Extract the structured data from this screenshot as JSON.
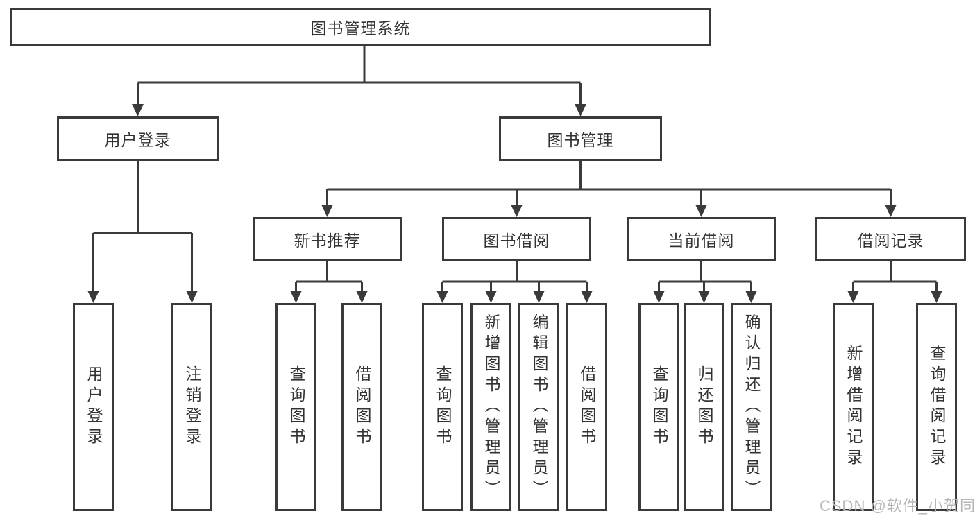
{
  "diagram": {
    "root": {
      "label": "图书管理系统"
    },
    "level1": [
      {
        "label": "用户登录",
        "children": [
          {
            "label": "用户登录"
          },
          {
            "label": "注销登录"
          }
        ]
      },
      {
        "label": "图书管理",
        "sections": [
          {
            "label": "新书推荐",
            "children": [
              {
                "label": "查询图书"
              },
              {
                "label": "借阅图书"
              }
            ]
          },
          {
            "label": "图书借阅",
            "children": [
              {
                "label": "查询图书"
              },
              {
                "label": "新增图书（管理员）"
              },
              {
                "label": "编辑图书（管理员）"
              },
              {
                "label": "借阅图书"
              }
            ]
          },
          {
            "label": "当前借阅",
            "children": [
              {
                "label": "查询图书"
              },
              {
                "label": "归还图书"
              },
              {
                "label": "确认归还（管理员）"
              }
            ]
          },
          {
            "label": "借阅记录",
            "children": [
              {
                "label": "新增借阅记录"
              },
              {
                "label": "查询借阅记录"
              }
            ]
          }
        ]
      }
    ]
  },
  "watermark": {
    "text": "CSDN @软件_小贺同学"
  },
  "colors": {
    "line": "#3a3a3a",
    "text": "#333333",
    "watermark": "#b5b5b5",
    "background": "#ffffff"
  }
}
